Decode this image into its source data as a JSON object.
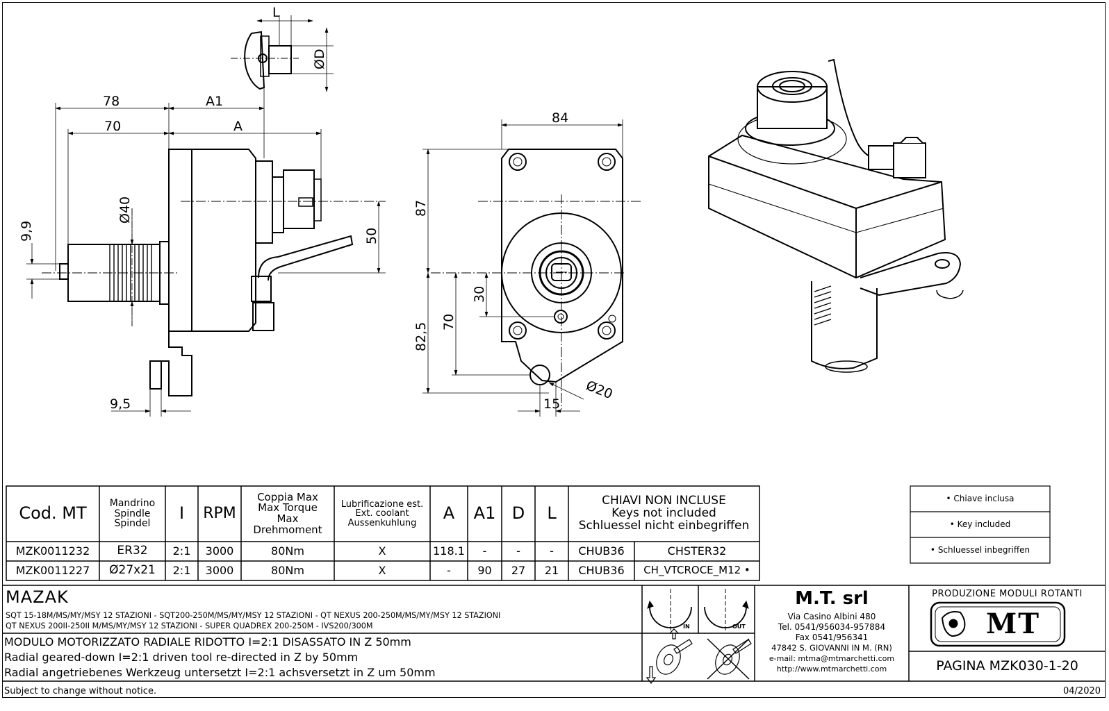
{
  "dims": {
    "top_L": "L",
    "top_D": "ØD",
    "d78": "78",
    "dA1": "A1",
    "d70": "70",
    "dA": "A",
    "d9_9": "9,9",
    "d40": "Ø40",
    "d50": "50",
    "d9_5": "9,5",
    "d84": "84",
    "d87": "87",
    "d82_5": "82,5",
    "d70b": "70",
    "d30": "30",
    "d15": "15",
    "d20": "Ø20"
  },
  "table": {
    "headers": {
      "cod": "Cod. MT",
      "mandrino": "Mandrino\nSpindle\nSpindel",
      "ratio": "I",
      "rpm": "RPM",
      "coppia": "Coppia Max\nMax Torque\nMax Drehmoment",
      "lubri": "Lubrificazione est.\nExt. coolant\nAussenkuhlung",
      "a": "A",
      "a1": "A1",
      "d": "D",
      "l": "L",
      "chiavi": "CHIAVI NON INCLUSE\nKeys not included\nSchluessel nicht einbegriffen"
    },
    "rows": [
      {
        "cod": "MZK0011232",
        "mandrino": "ER32",
        "ratio": "2:1",
        "rpm": "3000",
        "coppia": "80Nm",
        "lubri": "X",
        "a": "118.1",
        "a1": "-",
        "d": "-",
        "l": "-",
        "key1": "CHUB36",
        "key2": "CHSTER32"
      },
      {
        "cod": "MZK0011227",
        "mandrino": "Ø27x21",
        "ratio": "2:1",
        "rpm": "3000",
        "coppia": "80Nm",
        "lubri": "X",
        "a": "-",
        "a1": "90",
        "d": "27",
        "l": "21",
        "key1": "CHUB36",
        "key2": "CH_VTCROCE_M12 •"
      }
    ]
  },
  "legend": {
    "line1": "• Chiave inclusa",
    "line2": "• Key included",
    "line3": "• Schluessel inbegriffen"
  },
  "titleblock": {
    "brand": "MAZAK",
    "machines1": "SQT 15-18M/MS/MY/MSY 12 STAZIONI - SQT200-250M/MS/MY/MSY 12 STAZIONI - QT NEXUS 200-250M/MS/MY/MSY 12 STAZIONI",
    "machines2": "QT NEXUS 200II-250II M/MS/MY/MSY 12 STAZIONI - SUPER QUADREX 200-250M - IVS200/300M",
    "desc_it": "MODULO MOTORIZZATO RADIALE RIDOTTO I=2:1 DISASSATO IN Z 50mm",
    "desc_en": "Radial geared-down I=2:1 driven tool re-directed in Z by 50mm",
    "desc_de": "Radial angetriebenes Werkzeug untersetzt I=2:1 achsversetzt in Z um 50mm",
    "rot_in": "IN",
    "rot_out": "OUT",
    "company": "M.T. srl",
    "addr1": "Via Casino Albini 480",
    "addr2": "Tel. 0541/956034-957884",
    "addr3": "Fax 0541/956341",
    "addr4": "47842 S. GIOVANNI IN M. (RN)",
    "addr5": "e-mail: mtma@mtmarchetti.com",
    "addr6": "http://www.mtmarchetti.com",
    "production": "PRODUZIONE MODULI ROTANTI",
    "logo_text": "MT",
    "page": "PAGINA MZK030-1-20"
  },
  "footer": {
    "notice": "Subject to change without notice.",
    "date": "04/2020"
  }
}
